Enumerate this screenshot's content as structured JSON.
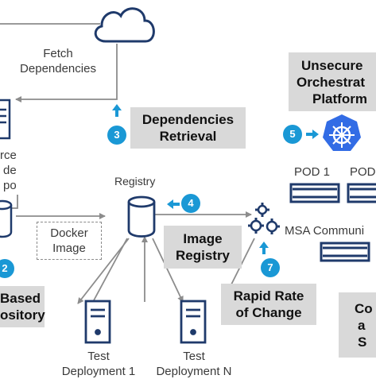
{
  "labels": {
    "fetch": [
      "Fetch",
      "Dependencies"
    ],
    "source_repo": [
      "rce",
      "de",
      "po"
    ],
    "registry": "Registry",
    "docker_image": [
      "Docker",
      "Image"
    ],
    "pod1": "POD 1",
    "pod2": "POD",
    "msa": "MSA Communi",
    "test1": [
      "Test",
      "Deployment 1"
    ],
    "testN": [
      "Test",
      "Deployment N"
    ]
  },
  "callouts": {
    "dependencies_retrieval": [
      "Dependencies",
      "Retrieval"
    ],
    "image_registry": [
      "Image",
      "Registry"
    ],
    "rapid_rate": [
      "Rapid Rate",
      "of Change"
    ],
    "unsecured_orchestration": [
      "Unsecure",
      "Orchestrat",
      "Platform"
    ],
    "based_repository": [
      "Based",
      "ository"
    ],
    "right_bottom": [
      "Co",
      "a",
      "S"
    ]
  },
  "steps": {
    "s2": "2",
    "s3": "3",
    "s4": "4",
    "s5": "5",
    "s7": "7"
  },
  "colors": {
    "accent_blue": "#1a98d5",
    "callout_gray": "#d9d9d9",
    "line_gray": "#8c8c8c",
    "icon_navy": "#1f3a6b",
    "kubernetes_blue": "#326ce5"
  },
  "icons": {
    "cloud": "cloud-icon",
    "source_repo": "server-rack-icon",
    "registry": "database-cylinder-icon",
    "gears": "gears-icon",
    "kubernetes": "kubernetes-helm-icon",
    "pods": "pod-rack-icon",
    "deployments": "server-tower-icon"
  }
}
